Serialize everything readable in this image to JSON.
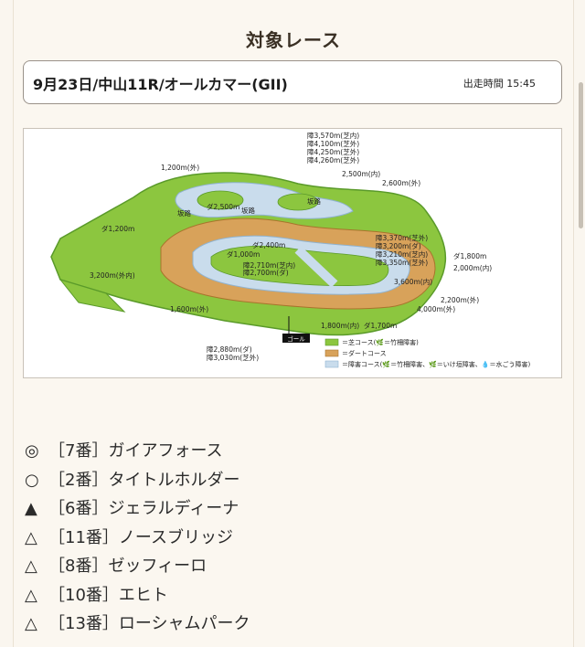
{
  "section": {
    "title": "対象レース"
  },
  "race": {
    "name": "9月23日/中山11R/オールカマー(GII)",
    "start_time": "出走時間 15:45"
  },
  "course_map": {
    "labels": {
      "steeple_top": [
        "障3,570m(芝内)",
        "障4,100m(芝外)",
        "障4,250m(芝外)",
        "障4,260m(芝外)"
      ],
      "t1200_out": "1,200m(外)",
      "t2500_in": "2,500m(内)",
      "t2600_out": "2,600m(外)",
      "saka_left": "坂路",
      "d2500": "ダ2,500m",
      "saka_mid": "坂路",
      "saka_right": "坂路",
      "d1200": "ダ1,200m",
      "d2400": "ダ2,400m",
      "d1000": "ダ1,000m",
      "t2710": "障2,710m(芝内)",
      "t2700": "障2,700m(ダ)",
      "t3200_out": "3,200m(外内)",
      "steeple_right": [
        "障3,370m(芝外)",
        "障3,200m(ダ)",
        "障3,210m(芝内)",
        "障3,350m(芝外)"
      ],
      "d1800": "ダ1,800m",
      "t2000_in": "2,000m(内)",
      "t1600_out": "1,600m(外)",
      "t3600": "3,600m(内)",
      "t2200_out": "2,200m(外)",
      "t4000_out": "4,000m(外)",
      "t1800_in": "1,800m(内)",
      "d1700": "ダ1,700m",
      "goal": "ゴール",
      "steeple_bottom": [
        "障2,880m(ダ)",
        "障3,030m(芝外)"
      ]
    },
    "legend": {
      "turf": "＝芝コース(🌿＝竹柵障害)",
      "dirt": "＝ダートコース",
      "steeple": "＝障害コース(🌿＝竹柵障害、🌿＝いけ垣障害、💧＝水ごう障害)"
    },
    "colors": {
      "turf": "#8cc63f",
      "turf_dark": "#5a9a2a",
      "dirt": "#d8a25a",
      "steeple": "#c9dcec",
      "steeple_dark": "#8fb3d1"
    }
  },
  "picks": [
    {
      "mark": "◎",
      "text": "［7番］ガイアフォース"
    },
    {
      "mark": "○",
      "text": "［2番］タイトルホルダー"
    },
    {
      "mark": "▲",
      "text": "［6番］ジェラルディーナ"
    },
    {
      "mark": "△",
      "text": "［11番］ノースブリッジ"
    },
    {
      "mark": "△",
      "text": "［8番］ゼッフィーロ"
    },
    {
      "mark": "△",
      "text": "［10番］エヒト"
    },
    {
      "mark": "△",
      "text": "［13番］ローシャムパーク"
    }
  ]
}
